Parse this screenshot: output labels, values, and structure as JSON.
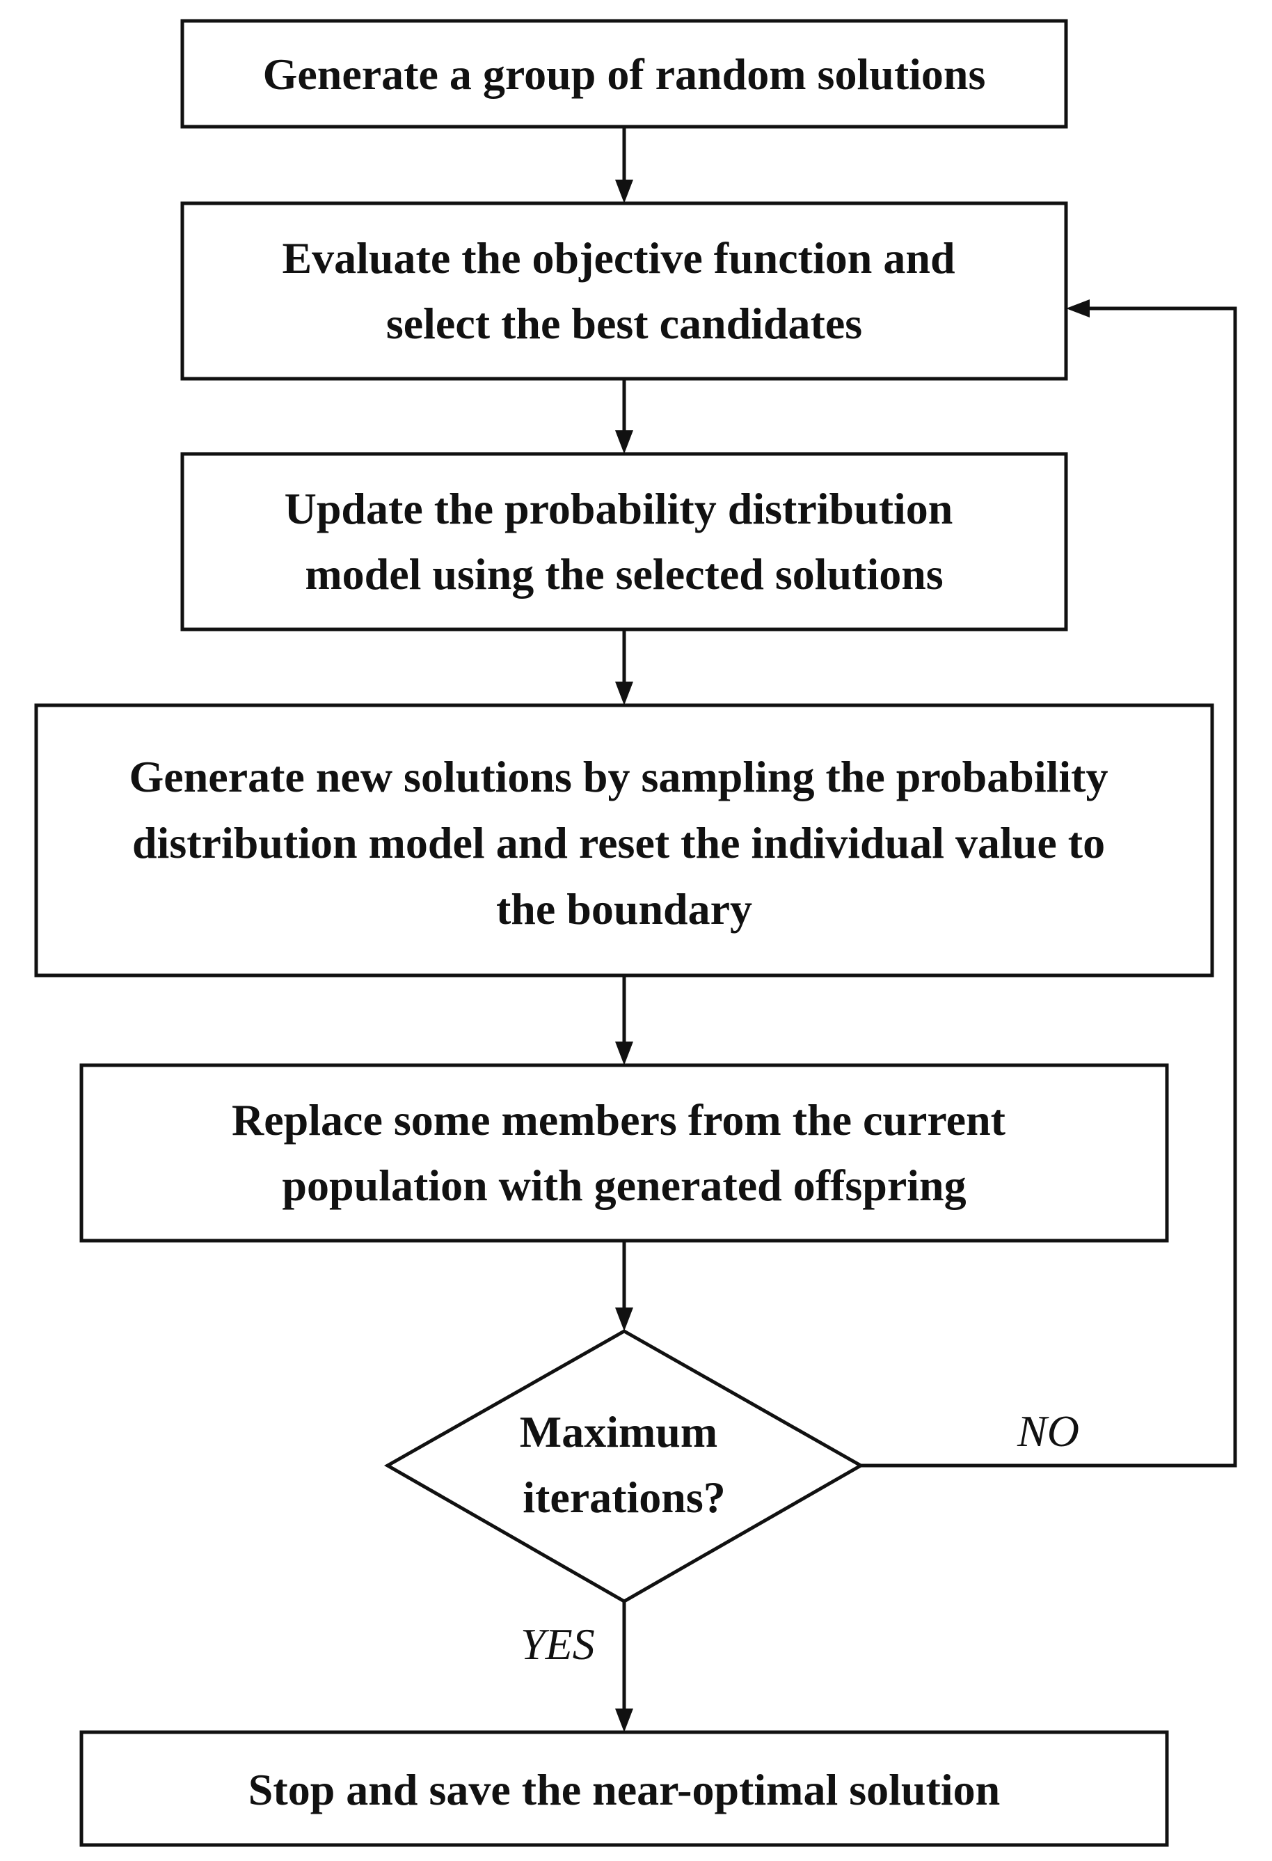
{
  "steps": {
    "generate_initial": {
      "lines": [
        "Generate a group of random solutions"
      ]
    },
    "evaluate": {
      "lines": [
        "Evaluate the objective function and",
        "select the best candidates"
      ]
    },
    "update_model": {
      "lines": [
        "Update the probability distribution",
        "model using the selected solutions"
      ]
    },
    "sample_new": {
      "lines": [
        "Generate new solutions by sampling the probability",
        "distribution model and reset the individual value to",
        "the boundary"
      ]
    },
    "replace": {
      "lines": [
        "Replace some members from the current",
        "population with generated offspring"
      ]
    },
    "decision": {
      "lines": [
        "Maximum",
        "iterations?"
      ]
    },
    "stop": {
      "lines": [
        "Stop and save the near-optimal solution"
      ]
    }
  },
  "edges": {
    "no_label": "NO",
    "yes_label": "YES"
  }
}
